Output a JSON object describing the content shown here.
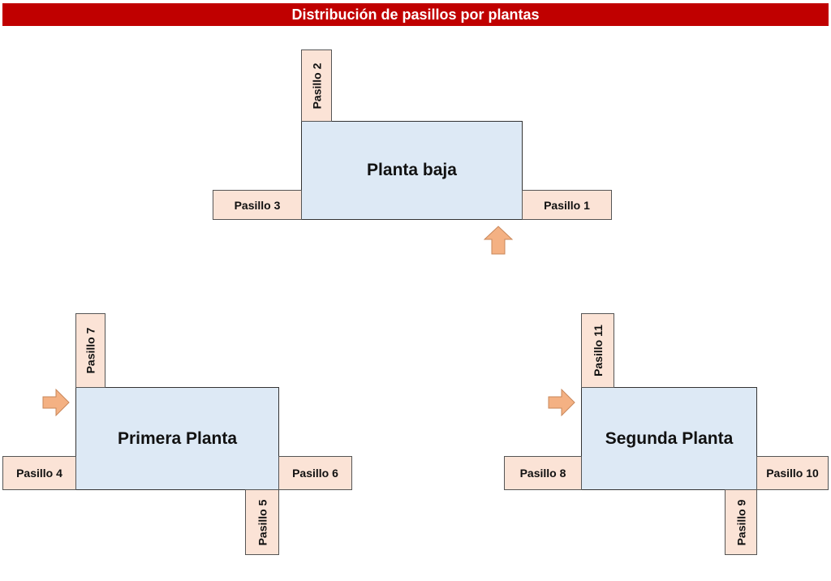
{
  "title": "Distribución de pasillos por plantas",
  "colors": {
    "title_bg": "#c00000",
    "floor_fill": "#dde9f5",
    "aisle_fill": "#fbe3d6",
    "arrow_fill": "#f4b183"
  },
  "floors": {
    "ground": {
      "label": "Planta baja",
      "aisles": {
        "p1": "Pasillo 1",
        "p2": "Pasillo 2",
        "p3": "Pasillo 3"
      },
      "entrance": "arrow-up-icon"
    },
    "first": {
      "label": "Primera Planta",
      "aisles": {
        "p4": "Pasillo 4",
        "p5": "Pasillo 5",
        "p6": "Pasillo 6",
        "p7": "Pasillo 7"
      },
      "entrance": "arrow-right-icon"
    },
    "second": {
      "label": "Segunda Planta",
      "aisles": {
        "p8": "Pasillo 8",
        "p9": "Pasillo 9",
        "p10": "Pasillo 10",
        "p11": "Pasillo 11"
      },
      "entrance": "arrow-right-icon"
    }
  }
}
